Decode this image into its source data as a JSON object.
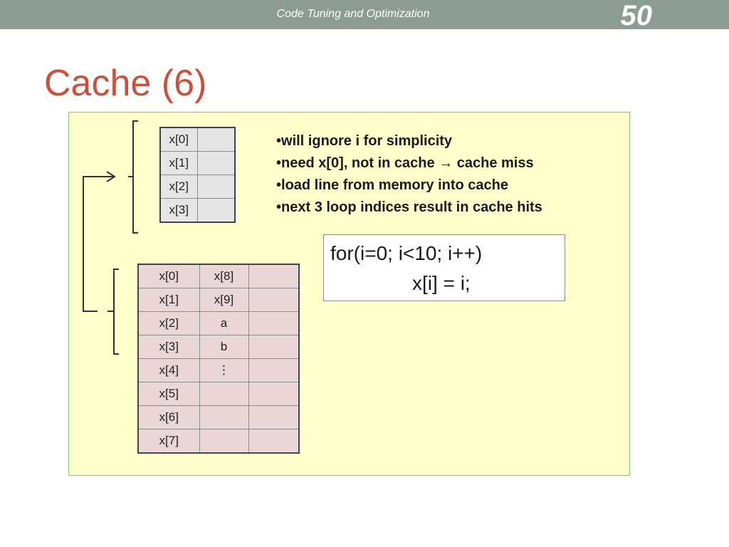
{
  "header": {
    "title": "Code Tuning and Optimization",
    "slide_number": "50"
  },
  "slide": {
    "title": "Cache (6)"
  },
  "cache_table": {
    "rows": [
      "x[0]",
      "x[1]",
      "x[2]",
      "x[3]"
    ]
  },
  "memory_table": {
    "rows": [
      [
        "x[0]",
        "x[8]",
        ""
      ],
      [
        "x[1]",
        "x[9]",
        ""
      ],
      [
        "x[2]",
        "a",
        ""
      ],
      [
        "x[3]",
        "b",
        ""
      ],
      [
        "x[4]",
        "⋮",
        ""
      ],
      [
        "x[5]",
        "",
        ""
      ],
      [
        "x[6]",
        "",
        ""
      ],
      [
        "x[7]",
        "",
        ""
      ]
    ]
  },
  "bullets": [
    "will ignore i for simplicity",
    "need x[0], not in cache → cache miss",
    "load line from memory into cache",
    "next 3 loop indices result in cache hits"
  ],
  "code": {
    "line1": "for(i=0; i<10; i++)",
    "line2": "x[i] = i;"
  },
  "colors": {
    "header_bar": "#8c9c92",
    "title": "#c9503c",
    "panel_fill": "#ffffcc",
    "panel_border": "#8fc083",
    "cache_fill": "#e6e6e6",
    "memory_fill": "#e9d6d6"
  }
}
